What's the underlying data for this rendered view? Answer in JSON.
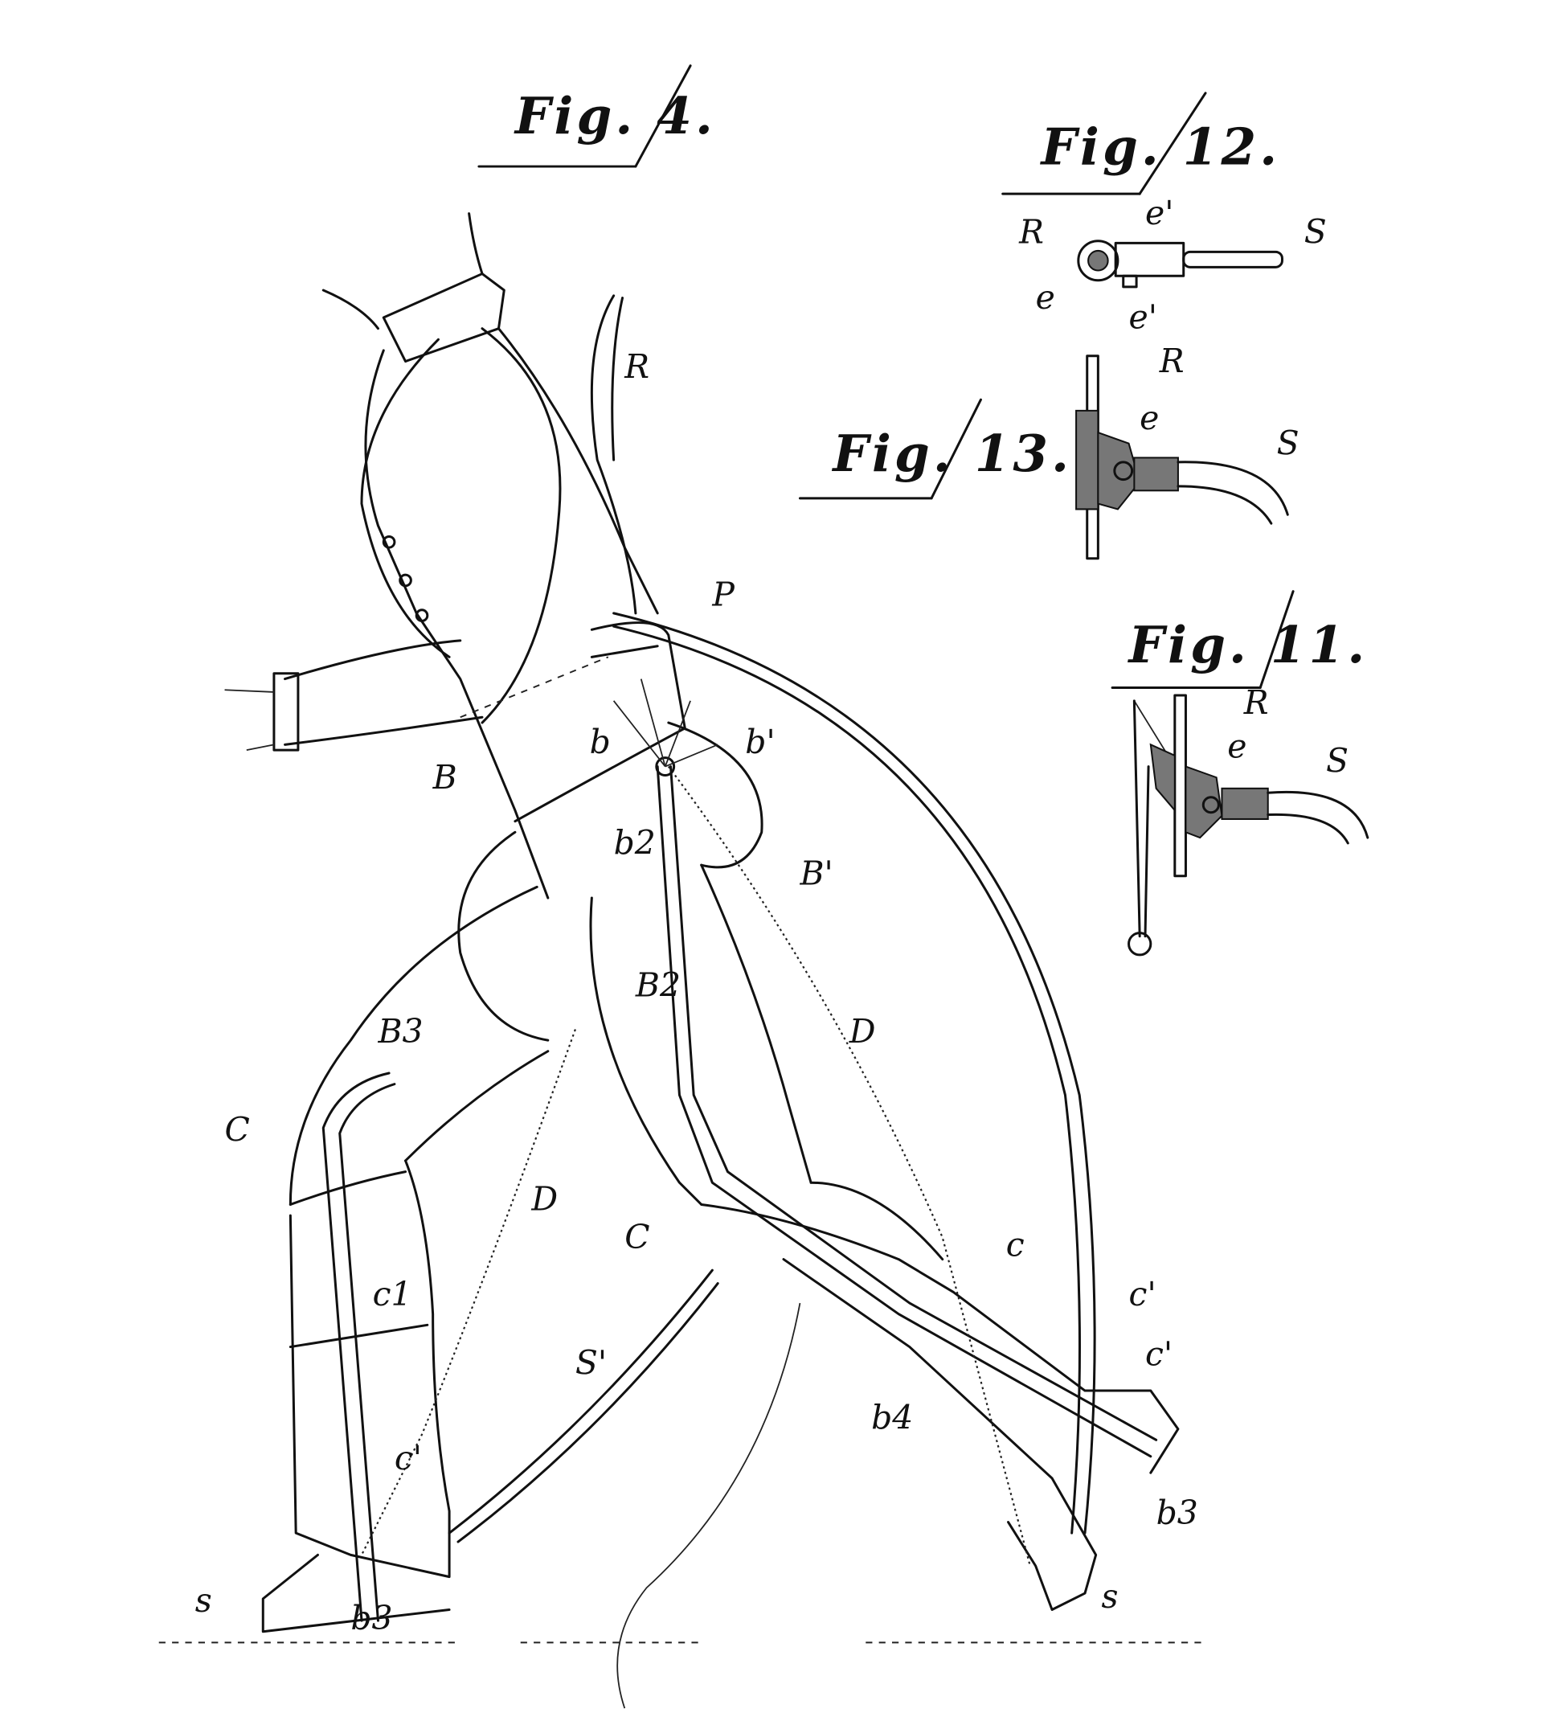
{
  "figures": {
    "fig4": "Fig. 4.",
    "fig12": "Fig. 12.",
    "fig13": "Fig. 13.",
    "fig11": "Fig. 11."
  },
  "fig12_labels": [
    "R",
    "e'",
    "S",
    "e",
    "e'"
  ],
  "fig13_labels": [
    "R",
    "e",
    "S"
  ],
  "fig11_labels": [
    "R",
    "e",
    "S"
  ],
  "fig4_labels": [
    "R",
    "P",
    "b",
    "b'",
    "B",
    "b2",
    "B'",
    "B2",
    "D",
    "B3",
    "C",
    "D",
    "C",
    "c",
    "c1",
    "c'",
    "S'",
    "c'",
    "b4",
    "c'",
    "b3",
    "s",
    "b3",
    "s"
  ]
}
